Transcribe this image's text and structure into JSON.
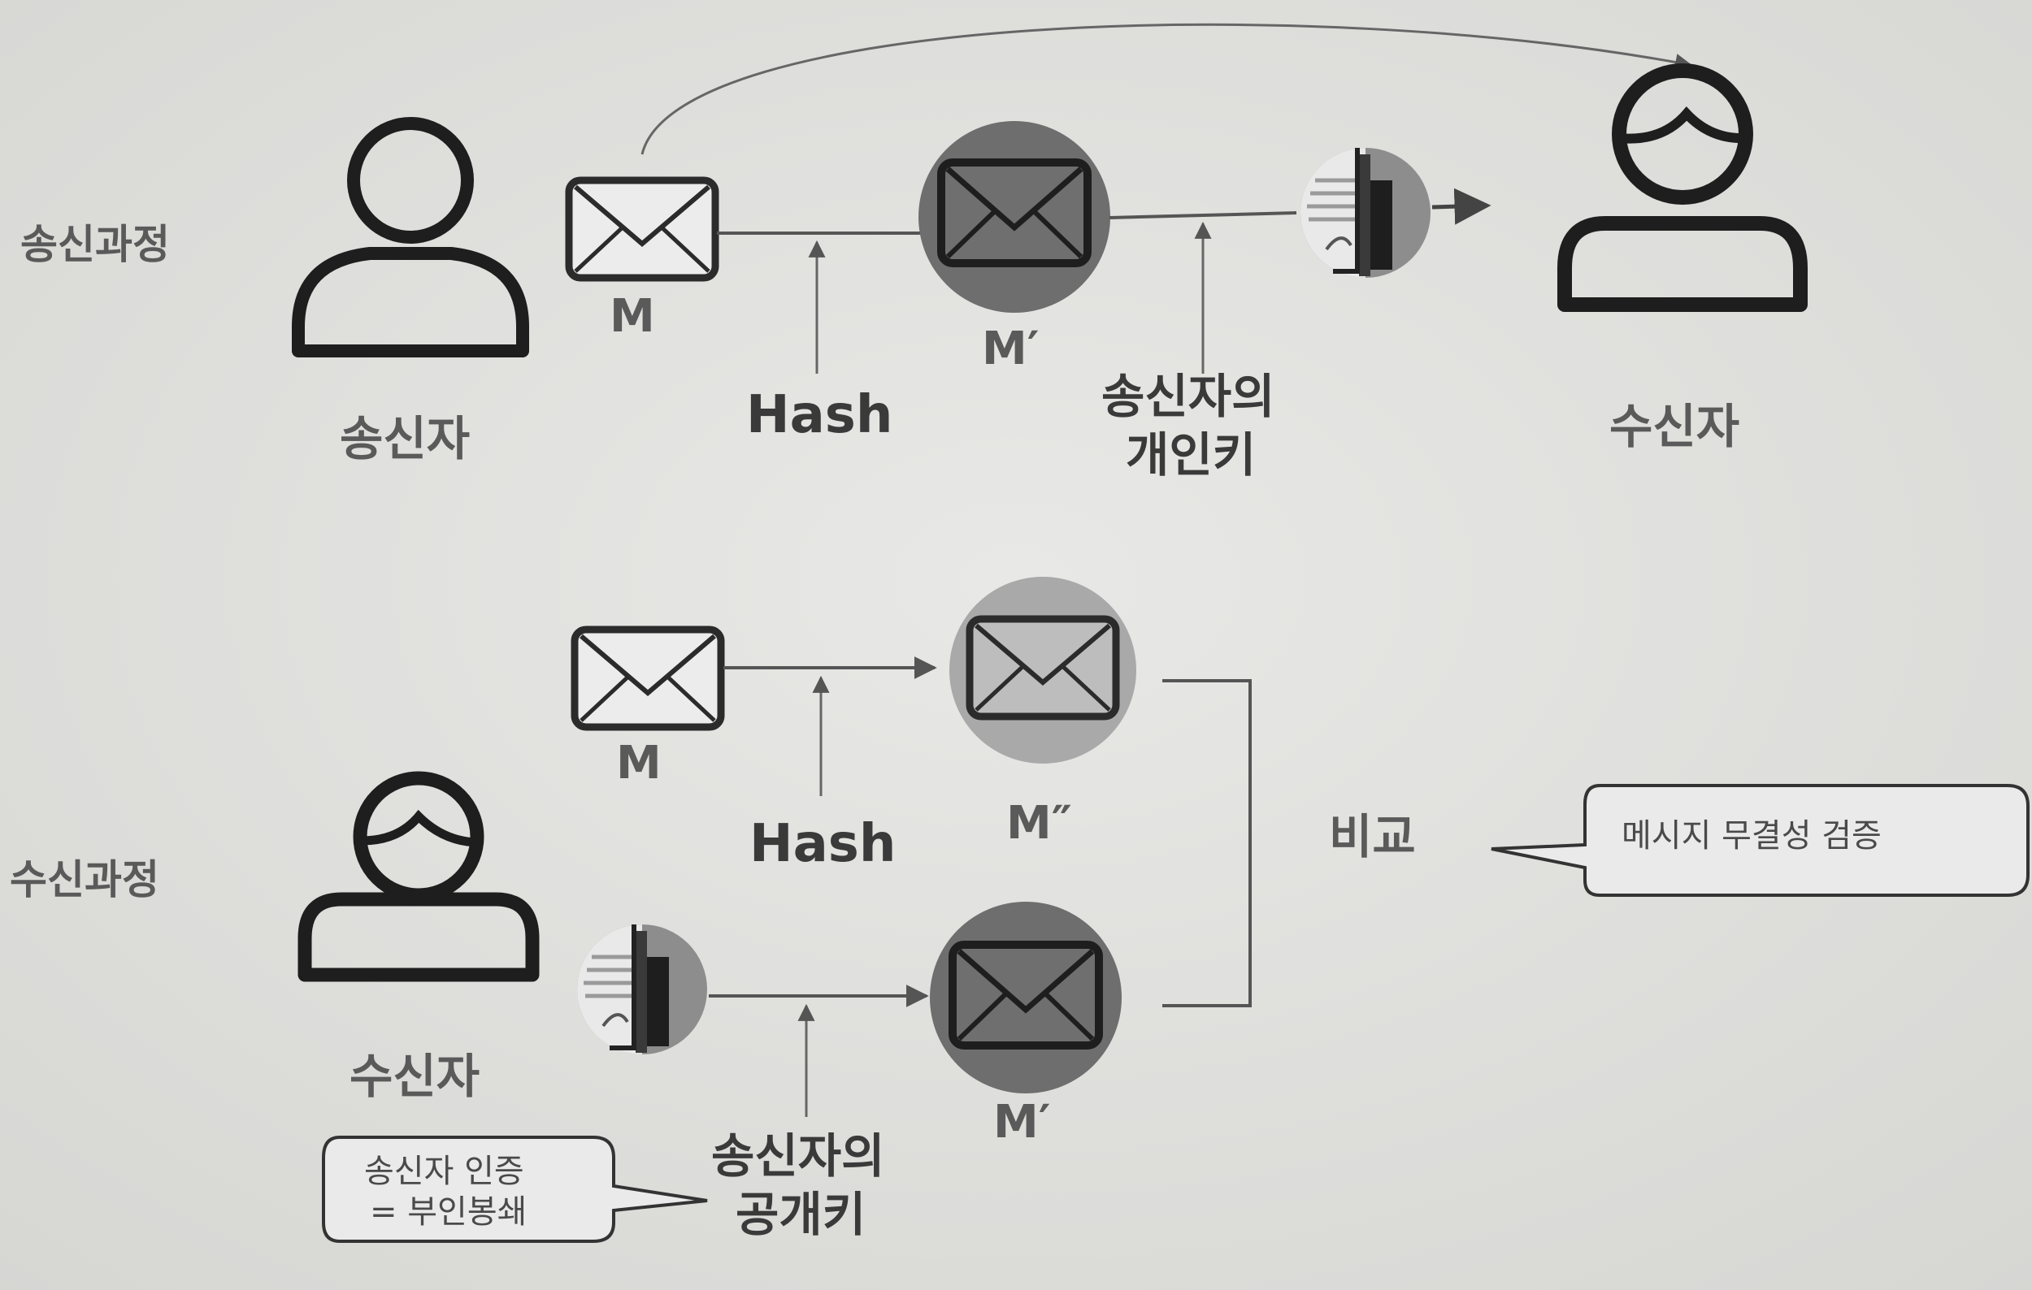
{
  "colors": {
    "background": "#e3e3e1",
    "ink": "#2b2b2b",
    "circle_dark": "#6e6e6e",
    "circle_light": "#a9a9a9"
  },
  "icons": {
    "sender": "user-icon",
    "receiver": "user-icon",
    "message": "envelope-icon",
    "key_document": "signed-document-icon"
  },
  "send_process": {
    "row_label": "송신과정",
    "sender_label": "송신자",
    "message_label": "M",
    "hash_label": "Hash",
    "digest_label": "M′",
    "key_label_line1": "송신자의",
    "key_label_line2": "개인키",
    "receiver_label": "수신자"
  },
  "receive_process": {
    "row_label": "수신과정",
    "receiver_label": "수신자",
    "message_label": "M",
    "hash_label": "Hash",
    "digest_label": "M″",
    "decrypted_label": "M′",
    "key_label_line1": "송신자의",
    "key_label_line2": "공개키",
    "compare_label": "비교",
    "integrity_callout": "메시지 무결성 검증",
    "auth_callout_line1": "송신자 인증",
    "auth_callout_line2": "= 부인봉쇄"
  }
}
